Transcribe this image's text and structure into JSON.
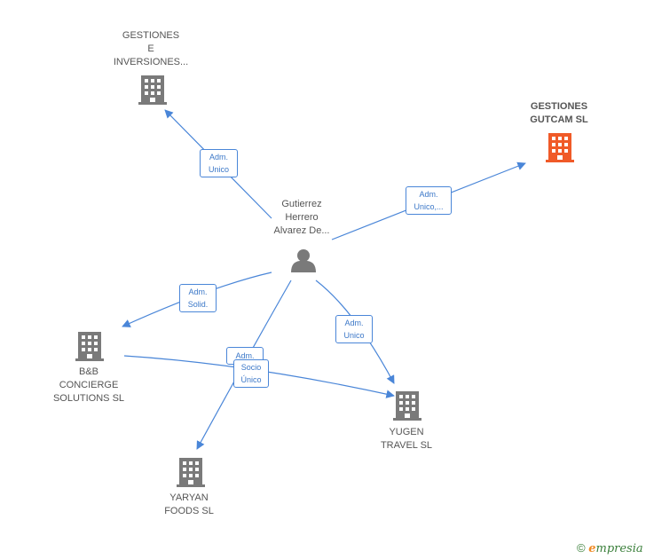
{
  "colors": {
    "edge": "#4a86d8",
    "building": "#7a7a7a",
    "building_highlight": "#f05a28",
    "person": "#7a7a7a"
  },
  "nodes": {
    "person": {
      "label": "Gutierrez\nHerrero\nAlvarez De...",
      "icon": "person-icon"
    },
    "gestiones_inversiones": {
      "label": "GESTIONES\nE\nINVERSIONES...",
      "icon": "building-icon"
    },
    "gestiones_gutcam": {
      "label": "GESTIONES\nGUTCAM  SL",
      "icon": "building-icon"
    },
    "bb_concierge": {
      "label": "B&B\nCONCIERGE\nSOLUTIONS  SL",
      "icon": "building-icon"
    },
    "yugen_travel": {
      "label": "YUGEN\nTRAVEL  SL",
      "icon": "building-icon"
    },
    "yaryan_foods": {
      "label": "YARYAN\nFOODS  SL",
      "icon": "building-icon"
    }
  },
  "edges": {
    "to_inversiones": "Adm.\nUnico",
    "to_gutcam": "Adm.\nUnico,...",
    "to_bb": "Adm.\nSolid.",
    "to_yugen": "Adm.\nUnico",
    "to_yaryan": "Adm.",
    "bb_to_yugen": "Socio\nÚnico"
  },
  "footer": {
    "copyright": "©",
    "brand_initial": "e",
    "brand_rest": "mpresia"
  }
}
